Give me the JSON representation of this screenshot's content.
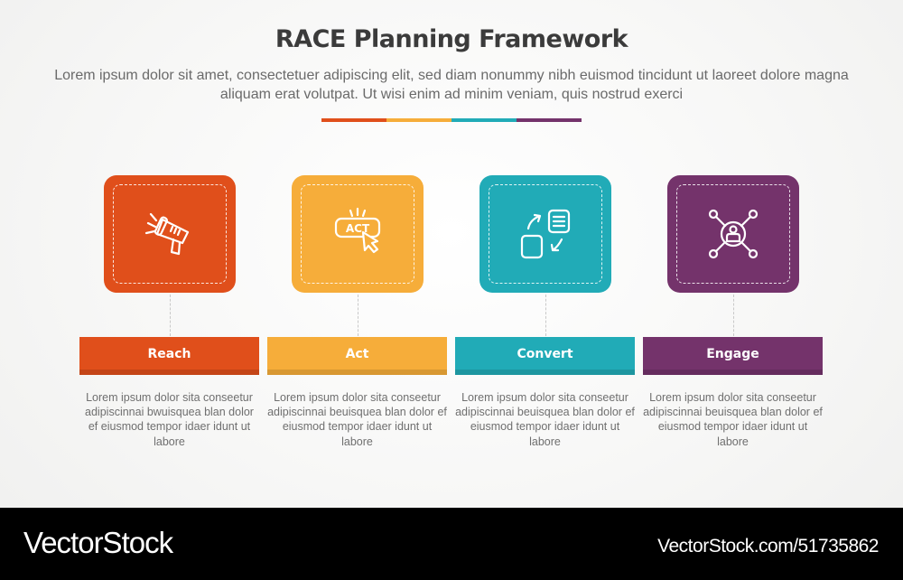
{
  "header": {
    "title": "RACE Planning Framework",
    "subtitle": "Lorem ipsum dolor sit amet, consectetuer adipiscing elit, sed diam nonummy nibh euismod tincidunt ut laoreet dolore magna aliquam erat volutpat. Ut wisi enim ad minim veniam, quis nostrud exerci",
    "divider_colors": [
      "#e04f1b",
      "#f6ad3a",
      "#21abb7",
      "#74336b"
    ]
  },
  "steps": [
    {
      "label": "Reach",
      "icon": "megaphone-icon",
      "color": "#e04f1b",
      "description": "Lorem ipsum dolor sita conseetur adipiscinnai bwuisquea blan dolor ef eiusmod tempor idaer idunt ut labore"
    },
    {
      "label": "Act",
      "icon": "act-button-click-icon",
      "icon_text": "ACT",
      "color": "#f6ad3a",
      "description": "Lorem ipsum dolor sita conseetur adipiscinnai beuisquea blan dolor ef eiusmod tempor idaer idunt ut labore"
    },
    {
      "label": "Convert",
      "icon": "convert-exchange-icon",
      "color": "#21abb7",
      "description": "Lorem ipsum dolor sita conseetur adipiscinnai beuisquea blan dolor ef eiusmod tempor idaer idunt ut labore"
    },
    {
      "label": "Engage",
      "icon": "user-network-icon",
      "color": "#74336b",
      "description": "Lorem ipsum dolor sita conseetur adipiscinnai beuisquea blan dolor ef eiusmod tempor idaer idunt ut labore"
    }
  ],
  "footer": {
    "brand": "VectorStock",
    "reference": "VectorStock.com/51735862"
  }
}
